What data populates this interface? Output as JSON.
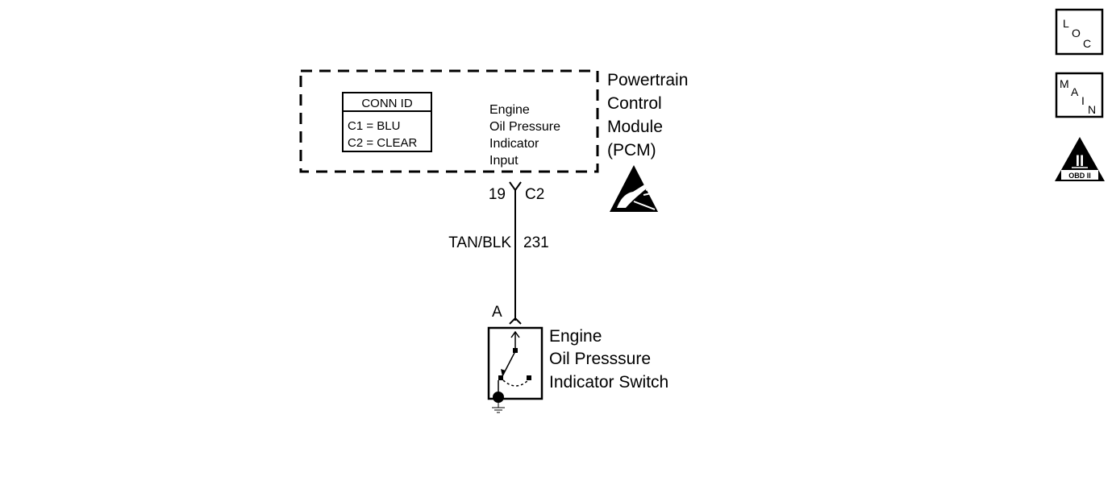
{
  "module": {
    "name_lines": [
      "Powertrain",
      "Control",
      "Module",
      "(PCM)"
    ],
    "conn_id": {
      "title": "CONN ID",
      "rows": [
        "C1 = BLU",
        "C2 = CLEAR"
      ]
    },
    "input_label_lines": [
      "Engine",
      "Oil Pressure",
      "Indicator",
      "Input"
    ]
  },
  "pcm_pin": {
    "pin": "19",
    "connector": "C2"
  },
  "wire": {
    "color": "TAN/BLK",
    "circuit": "231"
  },
  "switch": {
    "terminal": "A",
    "name_lines": [
      "Engine",
      "Oil Presssure",
      "Indicator Switch"
    ]
  },
  "side_buttons": {
    "loc": {
      "a": "L",
      "b": "O",
      "c": "C"
    },
    "main": {
      "a": "M",
      "b": "A",
      "c": "I",
      "d": "N"
    },
    "obd": {
      "numeral": "II",
      "label": "OBD II"
    }
  }
}
